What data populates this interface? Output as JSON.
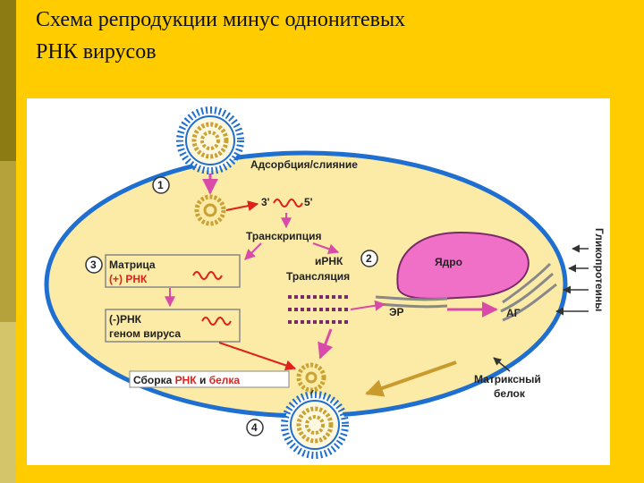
{
  "title": {
    "line1": "Схема репродукции минус однонитевых",
    "line2": "РНК вирусов"
  },
  "diagram": {
    "steps": [
      "1",
      "2",
      "3",
      "4"
    ],
    "adsorption": "Адсорбция/слияние",
    "rna_end_3": "3'",
    "rna_end_5": "5'",
    "transcription": "Транскрипция",
    "mrna": "иРНК",
    "translation": "Трансляция",
    "matrix_line1": "Матрица",
    "matrix_line2": "(+) РНК",
    "neg_rna_line1": "(-)РНК",
    "neg_rna_line2": "геном вируса",
    "assembly_prefix": "Сборка",
    "assembly_rna": "РНК",
    "assembly_and": "и",
    "assembly_protein": "белка",
    "nucleus": "Ядро",
    "er": "ЭР",
    "golgi": "АГ",
    "matrix_protein_line1": "Матриксный",
    "matrix_protein_line2": "белок",
    "glycoproteins": "Гликопротеины",
    "colors": {
      "cell_fill": "#FBEBA6",
      "membrane": "#1F6FD0",
      "nucleus": "#F070C8",
      "arrow_pink": "#D94BA8",
      "arrow_brown": "#C99A2E",
      "rna_red": "#E0201B"
    }
  }
}
